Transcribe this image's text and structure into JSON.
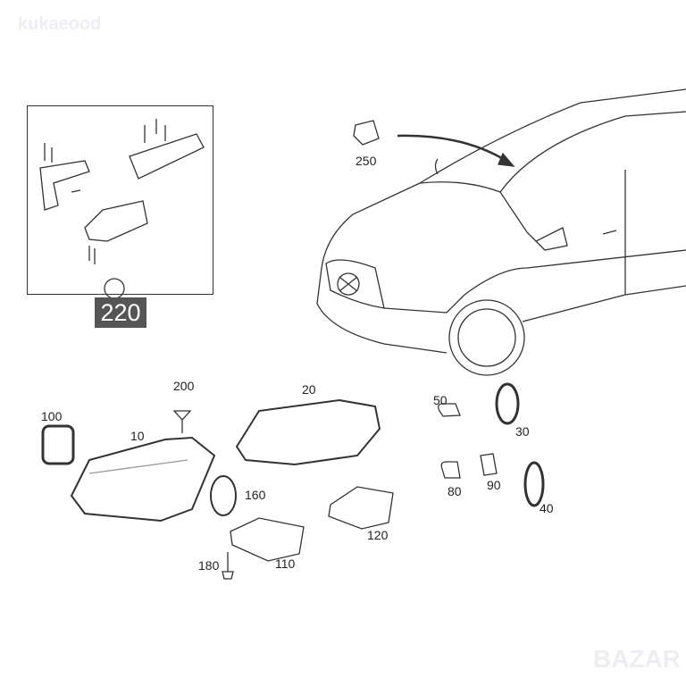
{
  "watermarks": {
    "top_left": "kukaeood",
    "bottom_right": "BAZAR"
  },
  "callouts": {
    "p250": "250",
    "p220": "220",
    "p200": "200",
    "p20": "20",
    "p100": "100",
    "p10": "10",
    "p160": "160",
    "p50": "50",
    "p30": "30",
    "p80": "80",
    "p90": "90",
    "p40": "40",
    "p120": "120",
    "p180": "180",
    "p110": "110"
  },
  "colors": {
    "line": "#333333",
    "badge": "#555555"
  }
}
